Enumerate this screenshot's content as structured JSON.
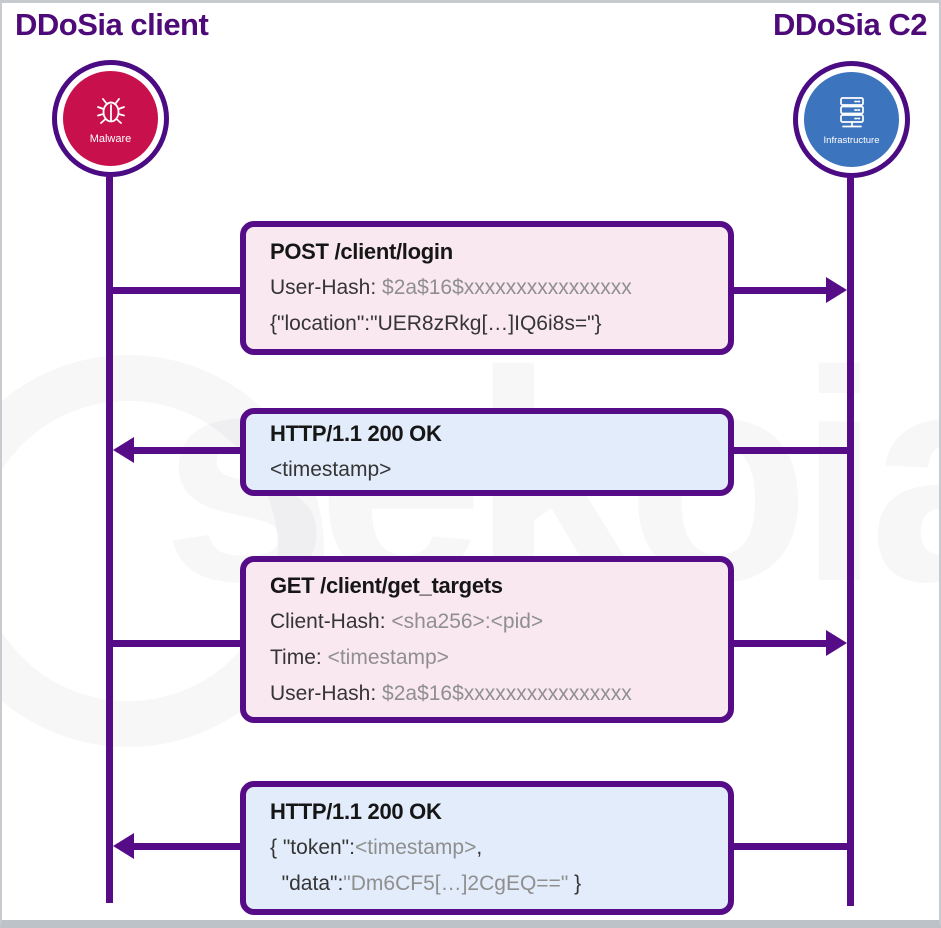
{
  "header": {
    "left_title": "DDoSia client",
    "right_title": "DDoSia C2"
  },
  "actors": {
    "client": {
      "label": "Malware",
      "icon": "bug-icon",
      "fill": "#c8104d"
    },
    "c2": {
      "label": "Infrastructure",
      "icon": "server-icon",
      "fill": "#3c74be"
    }
  },
  "colors": {
    "purple_lines": "#560c87",
    "title_text": "#4e0a78",
    "request_box_fill": "#fae8f0",
    "response_box_fill": "#e2ecfa",
    "dark_text": "#353535",
    "gray_text": "#8f8f8f"
  },
  "messages": [
    {
      "direction": "right",
      "kind": "request",
      "title": "POST /client/login",
      "lines": [
        [
          {
            "t": "User-Hash: ",
            "c": "dark"
          },
          {
            "t": "$2a$16$xxxxxxxxxxxxxxxx",
            "c": "gray"
          }
        ],
        [
          {
            "t": "{\"location\":\"UER8zRkg[…]IQ6i8s=\"}",
            "c": "dark"
          }
        ]
      ]
    },
    {
      "direction": "left",
      "kind": "response",
      "title": "HTTP/1.1 200 OK",
      "lines": [
        [
          {
            "t": "<timestamp>",
            "c": "dark"
          }
        ]
      ]
    },
    {
      "direction": "right",
      "kind": "request",
      "title": "GET /client/get_targets",
      "lines": [
        [
          {
            "t": "Client-Hash: ",
            "c": "dark"
          },
          {
            "t": "<sha256>:<pid>",
            "c": "gray"
          }
        ],
        [
          {
            "t": "Time: ",
            "c": "dark"
          },
          {
            "t": "<timestamp>",
            "c": "gray"
          }
        ],
        [
          {
            "t": "User-Hash: ",
            "c": "dark"
          },
          {
            "t": "$2a$16$xxxxxxxxxxxxxxxx",
            "c": "gray"
          }
        ]
      ]
    },
    {
      "direction": "left",
      "kind": "response",
      "title": "HTTP/1.1 200 OK",
      "lines": [
        [
          {
            "t": "{ \"token\":",
            "c": "dark"
          },
          {
            "t": "<timestamp>",
            "c": "gray"
          },
          {
            "t": ",",
            "c": "dark"
          }
        ],
        [
          {
            "t": "  \"data\":",
            "c": "dark"
          },
          {
            "t": "\"Dm6CF5[…]2CgEQ==\"",
            "c": "gray"
          },
          {
            "t": " }",
            "c": "dark"
          }
        ]
      ]
    }
  ],
  "watermark": "sekoia"
}
